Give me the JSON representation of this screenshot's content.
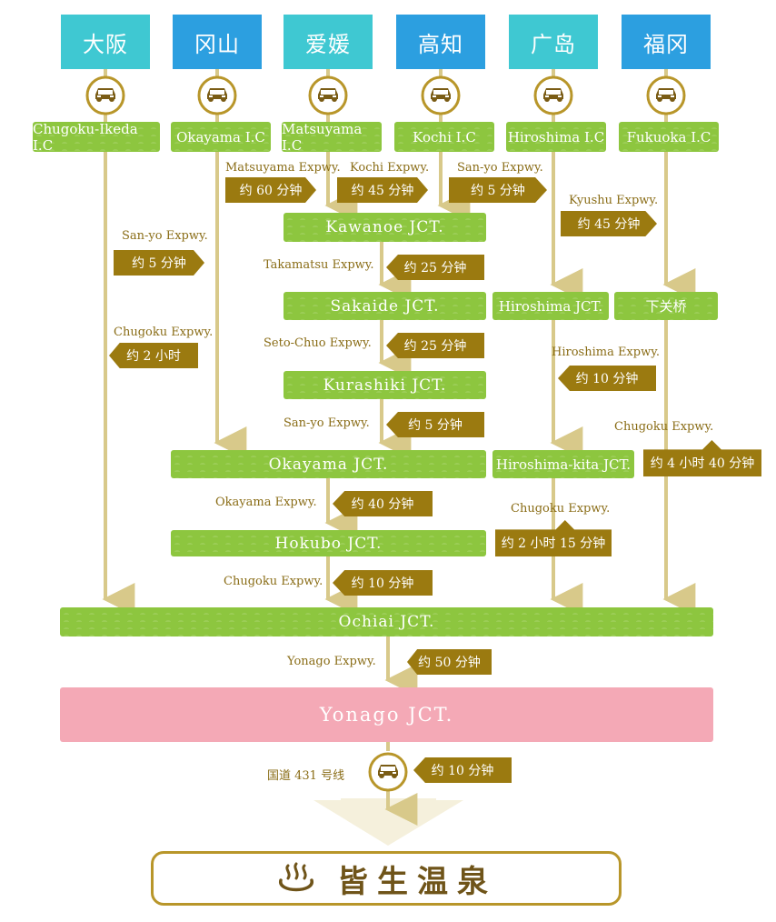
{
  "cities": [
    {
      "label": "大阪",
      "color": "teal"
    },
    {
      "label": "冈山",
      "color": "blue"
    },
    {
      "label": "爱媛",
      "color": "teal"
    },
    {
      "label": "高知",
      "color": "blue"
    },
    {
      "label": "广岛",
      "color": "teal"
    },
    {
      "label": "福冈",
      "color": "blue"
    }
  ],
  "interchanges": [
    "Chugoku-Ikeda I.C",
    "Okayama I.C",
    "Matsuyama I.C",
    "Kochi I.C",
    "Hiroshima I.C",
    "Fukuoka I.C"
  ],
  "junctions": {
    "kawanoe": "Kawanoe JCT.",
    "sakaide": "Sakaide JCT.",
    "kurashiki": "Kurashiki JCT.",
    "okayama": "Okayama JCT.",
    "hokubo": "Hokubo JCT.",
    "hiroshima": "Hiroshima JCT.",
    "hiroshima_kita": "Hiroshima-kita JCT.",
    "shimonoseki": "下关桥",
    "ochiai": "Ochiai JCT.",
    "yonago": "Yonago JCT."
  },
  "expressways": {
    "osaka_sanyo": "San-yo Expwy.",
    "osaka_chugoku": "Chugoku Expwy.",
    "matsuyama": "Matsuyama Expwy.",
    "kochi": "Kochi Expwy.",
    "hiroshima_sanyo": "San-yo Expwy.",
    "kyushu": "Kyushu Expwy.",
    "takamatsu": "Takamatsu Expwy.",
    "seto_chuo": "Seto-Chuo Expwy.",
    "kurashiki_sanyo": "San-yo Expwy.",
    "okayama": "Okayama Expwy.",
    "hokubo_chugoku": "Chugoku Expwy.",
    "hiroshima_expwy": "Hiroshima Expwy.",
    "hirokita_chugoku": "Chugoku Expwy.",
    "fukuoka_chugoku": "Chugoku Expwy.",
    "yonago": "Yonago Expwy.",
    "route431": "国道 431 号线"
  },
  "times": {
    "osaka_sanyo": "约 5 分钟",
    "osaka_chugoku": "约 2 小时",
    "matsuyama": "约 60 分钟",
    "kochi": "约 45 分钟",
    "hiroshima_sanyo": "约 5 分钟",
    "kyushu": "约 45 分钟",
    "takamatsu": "约 25 分钟",
    "seto_chuo": "约 25 分钟",
    "kurashiki_sanyo": "约 5 分钟",
    "okayama": "约 40 分钟",
    "hokubo_chugoku": "约 10 分钟",
    "hiroshima_expwy": "约 10 分钟",
    "hirokita_chugoku": "约 2 小时 15 分钟",
    "fukuoka_chugoku": "约 4 小时 40 分钟",
    "yonago": "约 50 分钟",
    "route431": "约 10 分钟"
  },
  "destination": "皆生温泉",
  "icons": {
    "car": "car-icon",
    "onsen": "hot-spring-icon"
  },
  "colors": {
    "teal": "#3fc8d2",
    "blue": "#2c9fe0",
    "green": "#8dc63f",
    "pink": "#f4a9b6",
    "gold": "#9b7a10",
    "line": "#d8c98a"
  }
}
